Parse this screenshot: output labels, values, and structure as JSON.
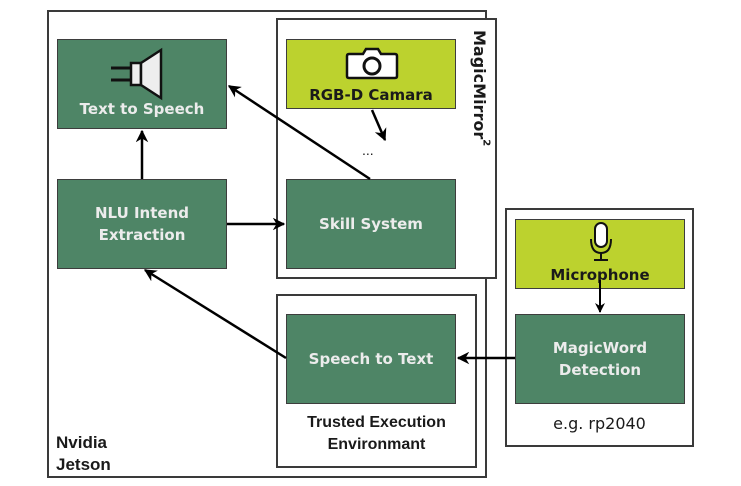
{
  "containers": {
    "nvidia_jetson": "Nvidia\nJetson",
    "nvidia_jetson_line1": "Nvidia",
    "nvidia_jetson_line2": "Jetson",
    "magicmirror": "MagicMirror",
    "magicmirror_sup": "2",
    "tee_line1": "Trusted Execution",
    "tee_line2": "Environmant",
    "rp2040": "e.g. rp2040"
  },
  "nodes": {
    "text_to_speech": {
      "label": "Text to Speech",
      "icon": "speaker-icon"
    },
    "nlu_line1": "NLU Intend",
    "nlu_line2": "Extraction",
    "skill_system": "Skill System",
    "camera": {
      "label": "RGB-D Camara",
      "icon": "camera-icon"
    },
    "ellipsis": "...",
    "speech_to_text": "Speech to Text",
    "microphone": {
      "label": "Microphone",
      "icon": "microphone-icon"
    },
    "magicword_line1": "MagicWord",
    "magicword_line2": "Detection"
  },
  "edges": [
    {
      "from": "nlu_intend_extraction",
      "to": "text_to_speech"
    },
    {
      "from": "nlu_intend_extraction",
      "to": "skill_system"
    },
    {
      "from": "skill_system",
      "to": "text_to_speech"
    },
    {
      "from": "rgb_d_camara",
      "to": "ellipsis"
    },
    {
      "from": "speech_to_text",
      "to": "nlu_intend_extraction"
    },
    {
      "from": "magicword_detection",
      "to": "speech_to_text"
    },
    {
      "from": "microphone",
      "to": "magicword_detection"
    }
  ],
  "colors": {
    "processing_node": "#4e8566",
    "sensor_node": "#bcd22e",
    "border": "#3a3a3a"
  }
}
